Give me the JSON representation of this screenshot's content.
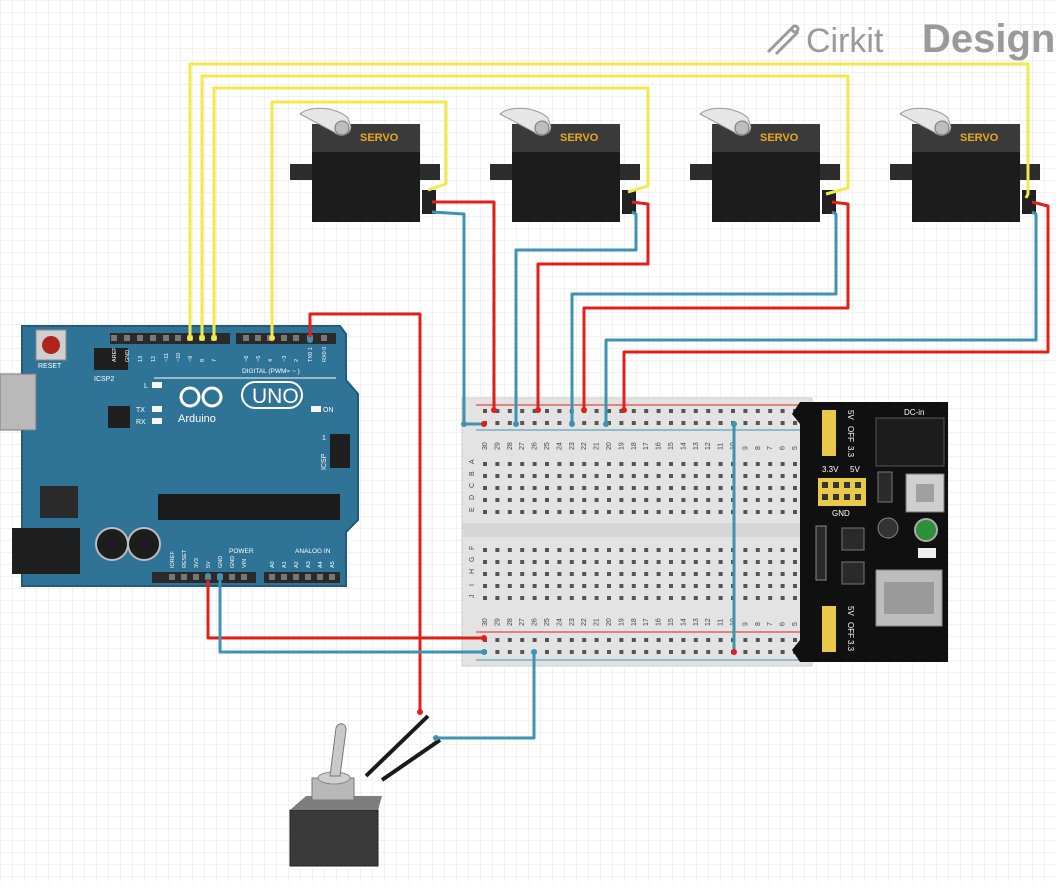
{
  "brand": {
    "name_a": "Cirkit",
    "name_b": "Design"
  },
  "arduino": {
    "reset_label": "RESET",
    "logo_text": "Arduino",
    "model": "UNO",
    "icsp2_label": "ICSP2",
    "icsp_label": "ICSP",
    "digital_label": "DIGITAL (PWM= ~ )",
    "power_label": "POWER",
    "analog_label": "ANALOG IN",
    "on_label": "ON",
    "l_label": "L",
    "tx_label": "TX",
    "rx_label": "RX",
    "one_label": "1",
    "header_pins_top": [
      "AREF",
      "GND",
      "13",
      "12",
      "~11",
      "~10",
      "~9",
      "8",
      "7",
      "~6",
      "~5",
      "4",
      "~3",
      "2",
      "TX0 1",
      "RX0 0"
    ],
    "header_pins_power": [
      "IOREF",
      "RESET",
      "3V3",
      "5V",
      "GND",
      "GND",
      "VIN"
    ],
    "header_pins_analog": [
      "A0",
      "A1",
      "A2",
      "A3",
      "A4",
      "A5"
    ]
  },
  "servos": [
    {
      "label": "SERVO"
    },
    {
      "label": "SERVO"
    },
    {
      "label": "SERVO"
    },
    {
      "label": "SERVO"
    }
  ],
  "breadboard": {
    "columns": [
      "30",
      "29",
      "28",
      "27",
      "26",
      "25",
      "24",
      "23",
      "22",
      "21",
      "20",
      "19",
      "18",
      "17",
      "16",
      "15",
      "14",
      "13",
      "12",
      "11",
      "10",
      "9",
      "8",
      "7",
      "6",
      "5"
    ],
    "rows_top": [
      "A",
      "B",
      "C",
      "D",
      "E"
    ],
    "rows_bottom": [
      "F",
      "G",
      "H",
      "I",
      "J"
    ]
  },
  "power_module": {
    "dc_in": "DC-in",
    "v5": "5V",
    "off": "OFF",
    "v33": "3.3",
    "v33b": "3.3V",
    "gnd": "GND"
  },
  "colors": {
    "signal": "#f2e94e",
    "power": "#e0201b",
    "ground": "#3d93b0",
    "arduino_board": "#2f7396",
    "background": "#ffffff",
    "grid": "#e7e7e7"
  }
}
